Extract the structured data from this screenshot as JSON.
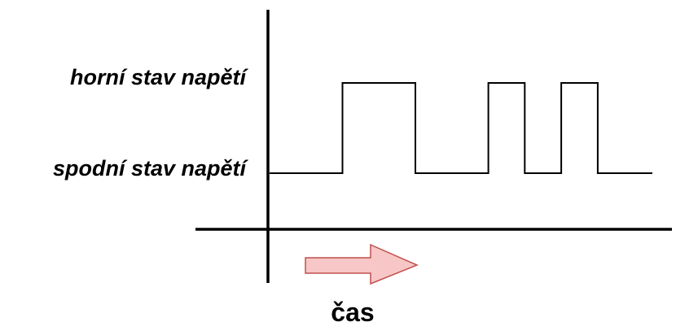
{
  "labels": {
    "high_state": "horní stav napětí",
    "low_state": "spodní stav napětí",
    "time_axis": "čas"
  },
  "signal": {
    "levels": [
      "low",
      "high",
      "low",
      "high",
      "low",
      "high",
      "low"
    ],
    "segment_lengths": [
      2,
      2,
      2,
      1,
      1,
      1,
      1.5
    ]
  },
  "colors": {
    "axis": "#000000",
    "signal": "#000000",
    "arrow_fill": "#f7c6c6",
    "arrow_stroke": "#c0504d"
  }
}
